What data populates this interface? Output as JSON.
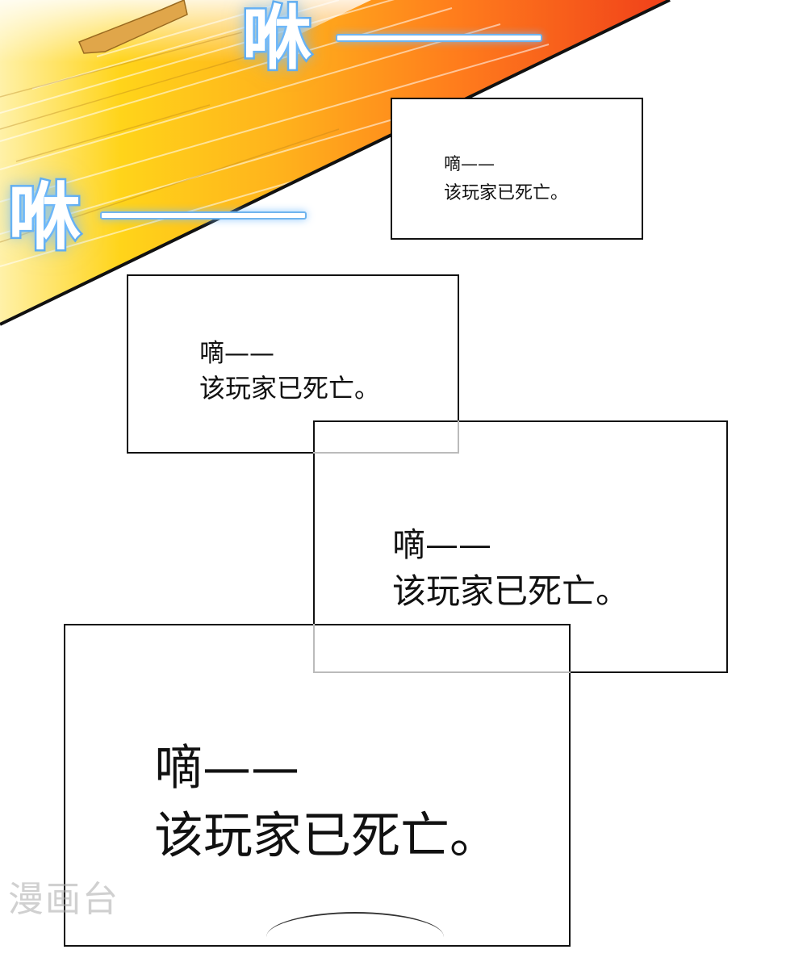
{
  "panel": {
    "sfx_top": "咻",
    "sfx_left": "咻"
  },
  "boxes": [
    {
      "line1": "嘀——",
      "line2": "该玩家已死亡。"
    },
    {
      "line1": "嘀——",
      "line2": "该玩家已死亡。"
    },
    {
      "line1": "嘀——",
      "line2": "该玩家已死亡。"
    },
    {
      "line1": "嘀——",
      "line2": "该玩家已死亡。"
    }
  ],
  "watermark": "漫画台",
  "colors": {
    "speed_yellow": "#ffd41a",
    "speed_orange": "#ff8a1e",
    "speed_red": "#f0401a",
    "sfx_glow": "#5aa9ec",
    "border": "#111111",
    "watermark": "#aaaaaa"
  }
}
